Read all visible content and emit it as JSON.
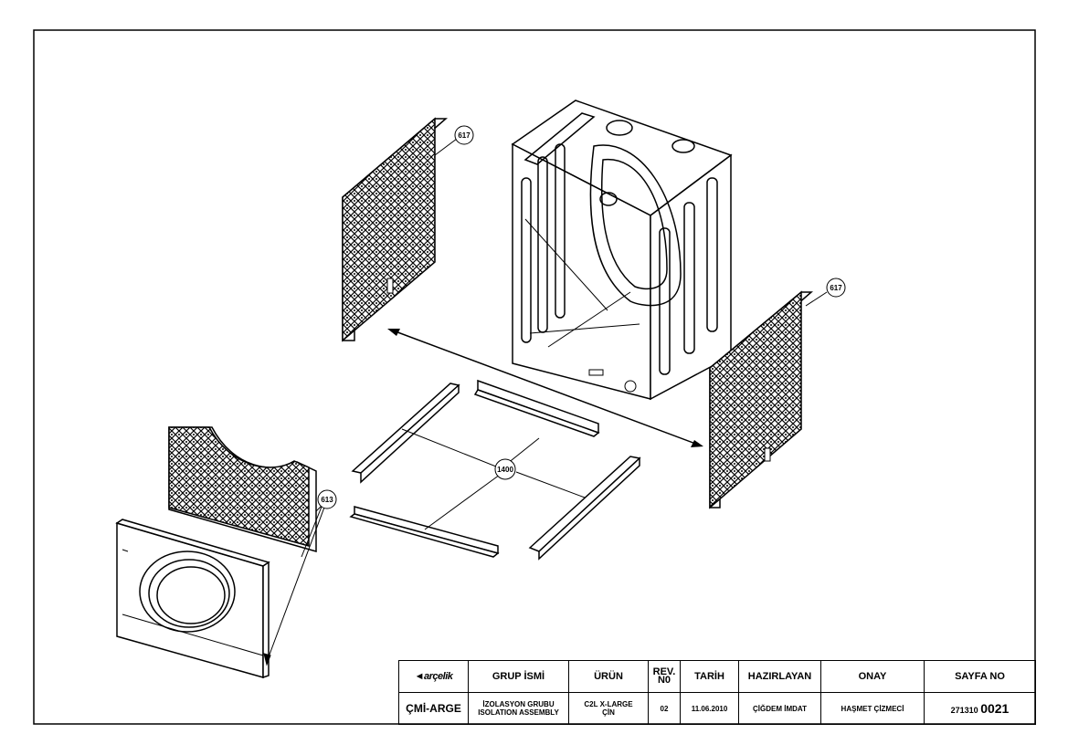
{
  "callouts": {
    "back_panel": "617",
    "side_panel": "617",
    "front_panel": "613",
    "base_rails": "1400"
  },
  "title_block": {
    "logo_text": "arçelik",
    "headers": {
      "group_name": "GRUP İSMİ",
      "product": "ÜRÜN",
      "rev_line1": "REV.",
      "rev_line2": "N0",
      "date": "TARİH",
      "prepared_by": "HAZIRLAYAN",
      "approval": "ONAY",
      "page_no": "SAYFA NO"
    },
    "values": {
      "department": "ÇMİ-ARGE",
      "group_name_tr": "İZOLASYON GRUBU",
      "group_name_en": "ISOLATION ASSEMBLY",
      "product_line1": "C2L X-LARGE",
      "product_line2": "ÇİN",
      "rev": "02",
      "date": "11.06.2010",
      "prepared_by": "ÇİĞDEM İMDAT",
      "approval": "HAŞMET ÇİZMECİ",
      "page_prefix": "271310",
      "page_number": "0021"
    }
  },
  "colors": {
    "line": "#000000",
    "background": "#ffffff"
  }
}
